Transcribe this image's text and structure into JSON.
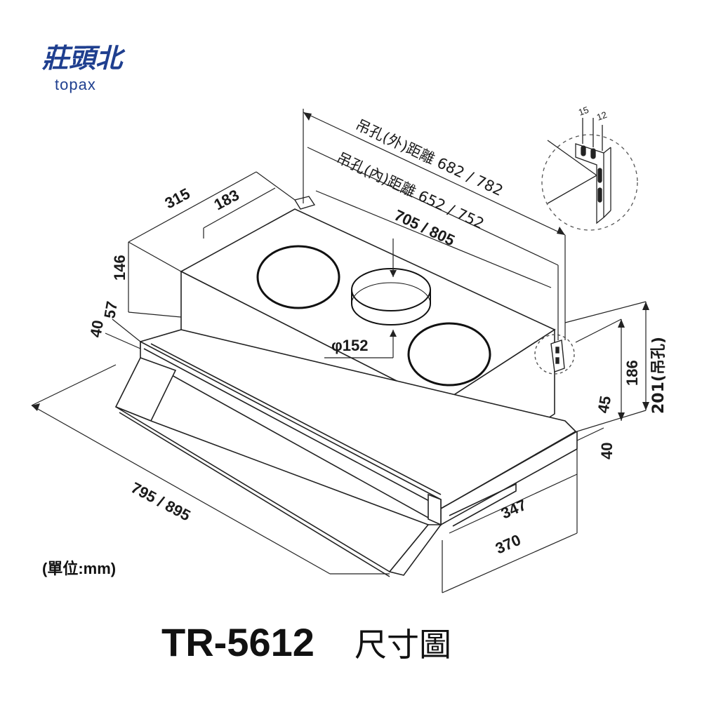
{
  "brand": {
    "name_cn": "莊頭北",
    "name_en": "topax",
    "color": "#1f3f8f"
  },
  "title": {
    "model": "TR-5612",
    "suffix": "尺寸圖"
  },
  "unit_note": "(單位:mm)",
  "dimensions": {
    "hole_outer": "吊孔(外)距離 682 / 782",
    "hole_inner": "吊孔(內)距離 652 / 752",
    "body_length": "705 / 805",
    "depth_315": "315",
    "offset_183": "183",
    "height_146": "146",
    "h_57": "57",
    "h_40_left": "40",
    "duct_diameter": "φ152",
    "width_total": "795 / 895",
    "depth_347": "347",
    "depth_370": "370",
    "height_186": "186",
    "height_201": "201(吊孔)",
    "h_45": "45",
    "h_40_right": "40",
    "bracket_15": "15",
    "bracket_12": "12"
  }
}
